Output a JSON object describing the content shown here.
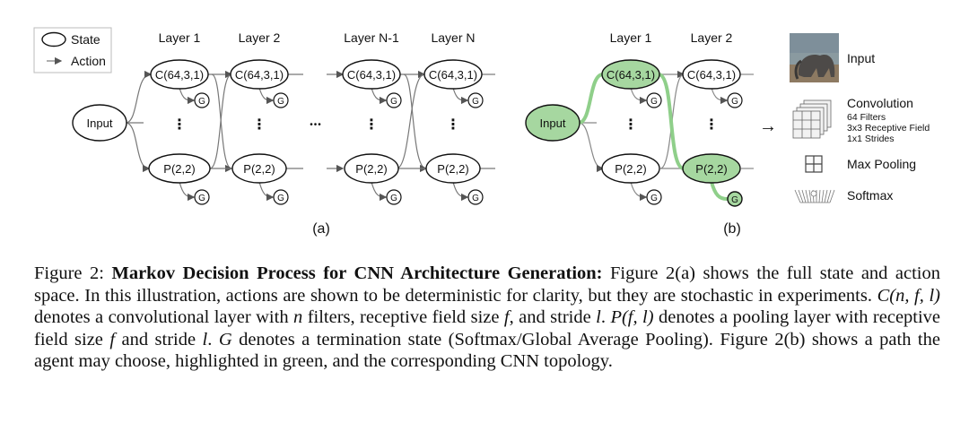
{
  "legend": {
    "state_label": "State",
    "action_label": "Action"
  },
  "panel_a": {
    "headers": [
      "Layer 1",
      "Layer 2",
      "Layer N-1",
      "Layer N"
    ],
    "input_label": "Input",
    "conv_label": "C(64,3,1)",
    "pool_label": "P(2,2)",
    "terminal_label": "G",
    "vertical_ellipsis": "⋮",
    "horizontal_ellipsis": "•••",
    "panel_label": "(a)"
  },
  "panel_b": {
    "headers": [
      "Layer 1",
      "Layer 2"
    ],
    "input_label": "Input",
    "conv_label": "C(64,3,1)",
    "pool_label": "P(2,2)",
    "terminal_label": "G",
    "vertical_ellipsis": "⋮",
    "panel_label": "(b)",
    "highlight_color": "#9fd39a",
    "node_fill": "#a6d7a0"
  },
  "topology": {
    "input_label": "Input",
    "conv_title": "Convolution",
    "conv_filters": "64 Filters",
    "conv_field": "3x3 Receptive Field",
    "conv_strides": "1x1 Strides",
    "maxpool_label": "Max Pooling",
    "softmax_label": "Softmax",
    "arrow": "→"
  },
  "caption": {
    "prefix": "Figure 2: ",
    "title": "Markov Decision Process for CNN Architecture Generation:",
    "p1": " Figure 2(a) shows the full state and action space. In this illustration, actions are shown to be deterministic for clarity, but they are stochastic in experiments. ",
    "c_sym": "C",
    "c_args": "(n, f, l)",
    "p2": " denotes a convolutional layer with ",
    "n_sym": "n",
    "p3": " filters, receptive field size ",
    "f_sym1": "f",
    "p4": ", and stride ",
    "l_sym1": "l",
    "p5": ". ",
    "p_sym": "P",
    "p_args": "(f, l)",
    "p6": " denotes a pooling layer with receptive field size ",
    "f_sym2": "f",
    "p7": " and stride ",
    "l_sym2": "l",
    "p8": ". ",
    "g_sym": "G",
    "p9": " denotes a termination state (Softmax/Global Average Pooling). Figure 2(b) shows a path the agent may choose, highlighted in green, and the corresponding CNN topology."
  }
}
